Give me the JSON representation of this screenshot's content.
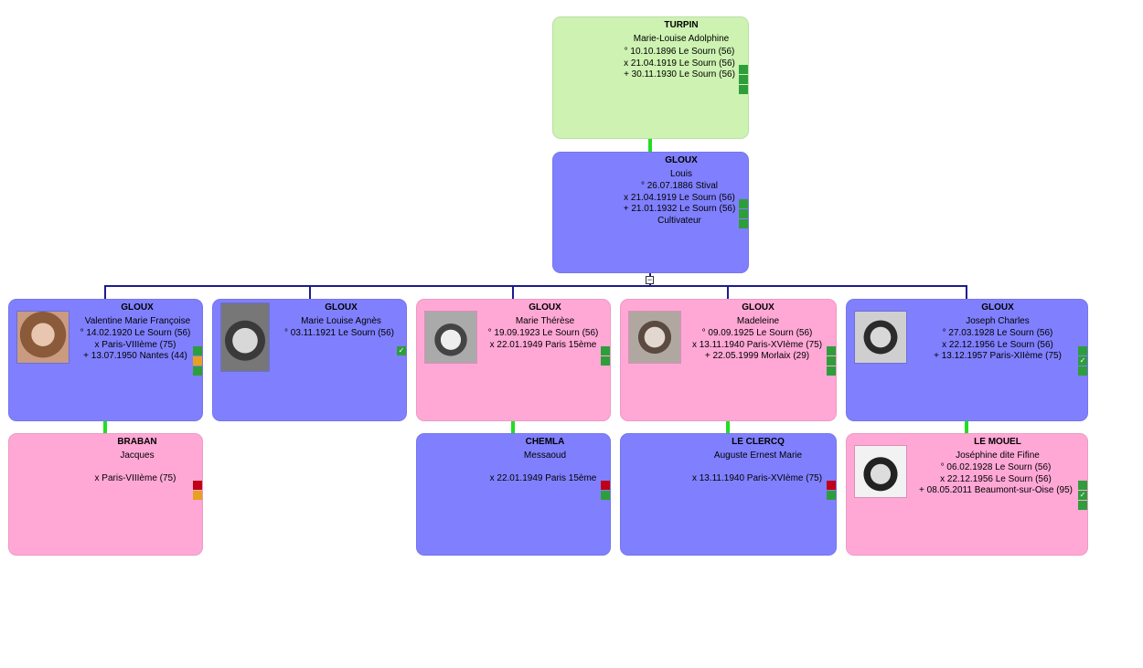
{
  "colors": {
    "green_card": "#cdf2b2",
    "male_card": "#8080ff",
    "female_card": "#ffa8d6",
    "link_green": "#22dd22",
    "link_blue": "#1c1c8c"
  },
  "persons": {
    "turpin": {
      "surname": "TURPIN",
      "given": "Marie-Louise Adolphine",
      "facts": [
        "° 10.10.1896 Le Sourn (56)",
        "x 21.04.1919 Le Sourn (56)",
        "+ 30.11.1930 Le Sourn (56)"
      ]
    },
    "louis": {
      "surname": "GLOUX",
      "given": "Louis",
      "facts": [
        "° 26.07.1886 Stival",
        "x 21.04.1919 Le Sourn (56)",
        "+ 21.01.1932 Le Sourn (56)",
        "Cultivateur"
      ]
    },
    "valentine": {
      "surname": "GLOUX",
      "given": "Valentine Marie Françoise",
      "facts": [
        "° 14.02.1920 Le Sourn (56)",
        "x Paris-VIIIème (75)",
        "+ 13.07.1950 Nantes (44)"
      ]
    },
    "marielouise": {
      "surname": "GLOUX",
      "given": "Marie Louise Agnès",
      "facts": [
        "° 03.11.1921 Le Sourn (56)"
      ]
    },
    "marietherese": {
      "surname": "GLOUX",
      "given": "Marie Thérèse",
      "facts": [
        "° 19.09.1923 Le Sourn (56)",
        "x 22.01.1949 Paris 15ème"
      ]
    },
    "madeleine": {
      "surname": "GLOUX",
      "given": "Madeleine",
      "facts": [
        "° 09.09.1925 Le Sourn (56)",
        "x 13.11.1940 Paris-XVIème (75)",
        "+ 22.05.1999 Morlaix (29)"
      ]
    },
    "joseph": {
      "surname": "GLOUX",
      "given": "Joseph Charles",
      "facts": [
        "° 27.03.1928 Le Sourn (56)",
        "x 22.12.1956 Le Sourn (56)",
        "+ 13.12.1957 Paris-XIIème (75)"
      ]
    },
    "braban": {
      "surname": "BRABAN",
      "given": "Jacques",
      "facts": [
        "x Paris-VIIIème (75)"
      ]
    },
    "chemla": {
      "surname": "CHEMLA",
      "given": "Messaoud",
      "facts": [
        "x 22.01.1949 Paris 15ème"
      ]
    },
    "leclercq": {
      "surname": "LE CLERCQ",
      "given": "Auguste Ernest Marie",
      "facts": [
        "x 13.11.1940 Paris-XVIème (75)"
      ]
    },
    "lemouel": {
      "surname": "LE MOUEL",
      "given": "Joséphine dite Fifine",
      "facts": [
        "° 06.02.1928 Le Sourn (56)",
        "x 22.12.1956 Le Sourn (56)",
        "+ 08.05.2011 Beaumont-sur-Oise (95)"
      ]
    }
  },
  "collapse_symbol": "−",
  "check_symbol": "✓"
}
